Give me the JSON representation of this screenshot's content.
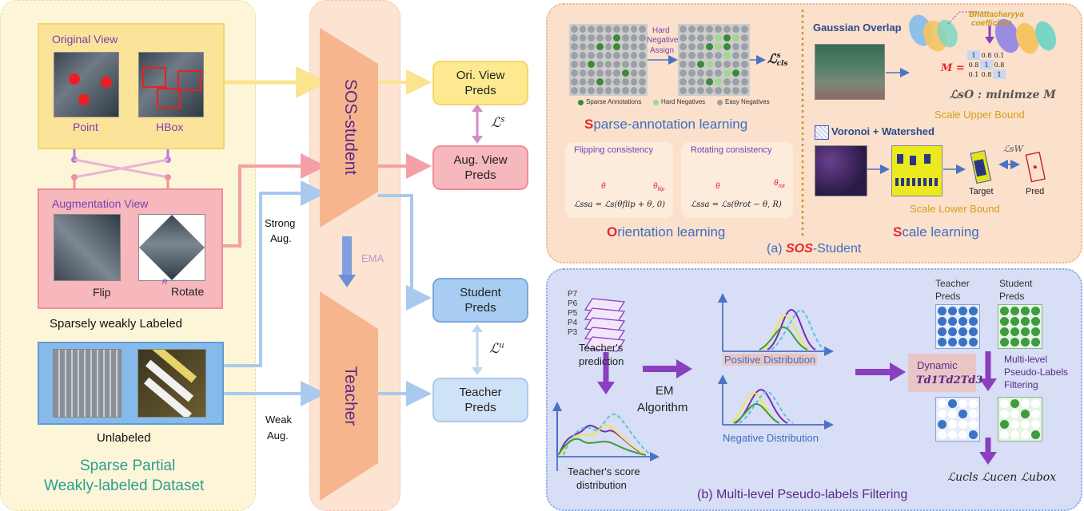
{
  "left_panel": {
    "original_view": "Original View",
    "point": "Point",
    "hbox": "HBox",
    "augmentation_view": "Augmentation View",
    "flip": "Flip",
    "rotate": "Rotate",
    "rotate_symbol": "R",
    "sparsely_label": "Sparsely weakly Labeled",
    "unlabeled": "Unlabeled",
    "dataset_line1": "Sparse Partial",
    "dataset_line2": "Weakly-labeled Dataset"
  },
  "center": {
    "student": "SOS-student",
    "teacher": "Teacher",
    "ema": "EMA",
    "strong_line1": "Strong",
    "strong_line2": "Aug.",
    "weak_line1": "Weak",
    "weak_line2": "Aug."
  },
  "preds": {
    "ori_line1": "Ori. View",
    "ori_line2": "Preds",
    "aug_line1": "Aug. View",
    "aug_line2": "Preds",
    "student_line1": "Student",
    "student_line2": "Preds",
    "teacher_line1": "Teacher",
    "teacher_line2": "Preds",
    "loss_s": "ℒ",
    "loss_s_sup": "s",
    "loss_u": "ℒ",
    "loss_u_sup": "u"
  },
  "panel_a": {
    "hard_neg_line1": "Hard",
    "hard_neg_line2": "Negative",
    "hard_neg_line3": "Assign",
    "loss_cls": "ℒ",
    "loss_cls_sup": "s",
    "loss_cls_sub": "cls",
    "legend_sparse": "Sparse Annotations",
    "legend_hard": "Hard Negatives",
    "legend_easy": "Easy Negatives",
    "sparse_first": "S",
    "sparse_rest": "parse-annotation learning",
    "flip_consistency": "Flipping consistency",
    "rotate_consistency": "Rotating consistency",
    "theta": "θ",
    "theta_flip": "θ",
    "theta_flip_sub": "flip",
    "theta_rot": "θ",
    "theta_rot_sub": "rot",
    "eq_flip": "ℒssa = ℒs(θflip + θ, 0)",
    "eq_rot": "ℒssa = ℒs(θrot − θ, R)",
    "orient_first": "O",
    "orient_rest": "rientation learning",
    "gaussian_overlap": "Gaussian Overlap",
    "bhatta_line1": "Bhattacharyya",
    "bhatta_line2": "coefficient",
    "m_label": "M =",
    "matrix": [
      [
        "1",
        "0.8",
        "0.1"
      ],
      [
        "0.8",
        "1",
        "0.8"
      ],
      [
        "0.1",
        "0.8",
        "1"
      ]
    ],
    "lo_eq": "ℒsO : minimze M",
    "upper_bound": "Scale Upper Bound",
    "voronoi": "Voronoi + Watershed",
    "lw": "ℒsW",
    "target": "Target",
    "pred": "Pred",
    "lower_bound": "Scale Lower Bound",
    "scale_first": "S",
    "scale_rest": "cale learning",
    "caption_prefix": "(a) ",
    "caption_sos": "SOS",
    "caption_suffix": "-Student"
  },
  "panel_b": {
    "levels": [
      "P7",
      "P6",
      "P5",
      "P4",
      "P3"
    ],
    "teacher_pred_line1": "Teacher's",
    "teacher_pred_line2": "prediction",
    "em_line1": "EM",
    "em_line2": "Algorithm",
    "positive": "Positive Distribution",
    "negative": "Negative Distribution",
    "score_line1": "Teacher's score",
    "score_line2": "distribution",
    "teacher_preds_line1": "Teacher",
    "teacher_preds_line2": "Preds",
    "student_preds_line1": "Student",
    "student_preds_line2": "Preds",
    "dynamic": "Dynamic",
    "thresholds": "Td1Td2Td3",
    "filter_line1": "Multi-level",
    "filter_line2": "Pseudo-Labels",
    "filter_line3": "Filtering",
    "losses": "ℒucls ℒucen ℒubox",
    "caption": "(b)  Multi-level Pseudo-labels Filtering"
  },
  "colors": {
    "left_bg": "#fdf5d8",
    "center_bg": "#fce3d2",
    "panel_a_bg": "#fbe0cc",
    "panel_b_bg": "#d7def6",
    "funnel": "#f6b58d",
    "red_accent": "#e8262b",
    "purple": "#7b3fb0",
    "gold": "#d4a017",
    "teal": "#2a9d8f"
  }
}
